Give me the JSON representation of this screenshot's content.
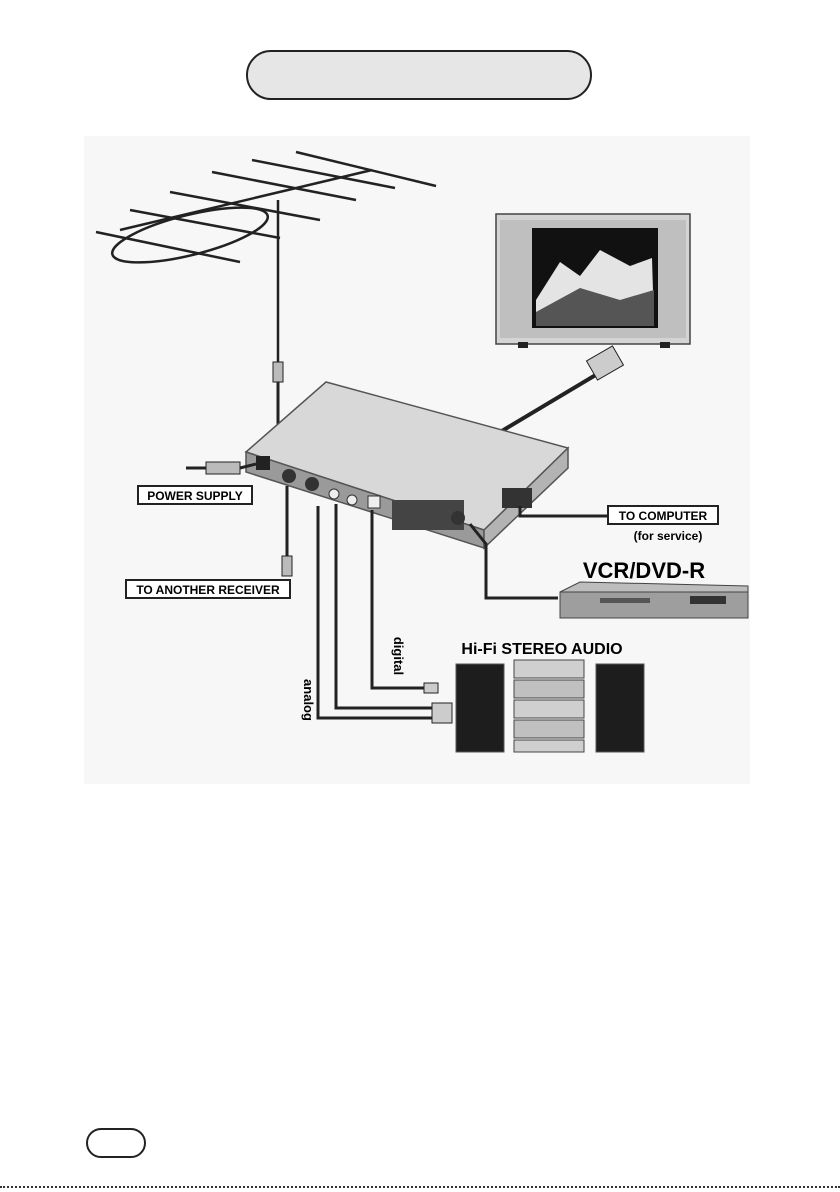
{
  "labels": {
    "power_supply": "POWER SUPPLY",
    "to_another_receiver": "TO ANOTHER RECEIVER",
    "to_computer": "TO COMPUTER",
    "for_service": "(for service)",
    "vcr_dvd": "VCR/DVD-R",
    "hifi": "Hi-Fi STEREO AUDIO",
    "digital": "digital",
    "analog": "analog"
  },
  "colors": {
    "cable": "#222222",
    "device_body": "#c9c9c9",
    "background": "#f7f7f7"
  }
}
